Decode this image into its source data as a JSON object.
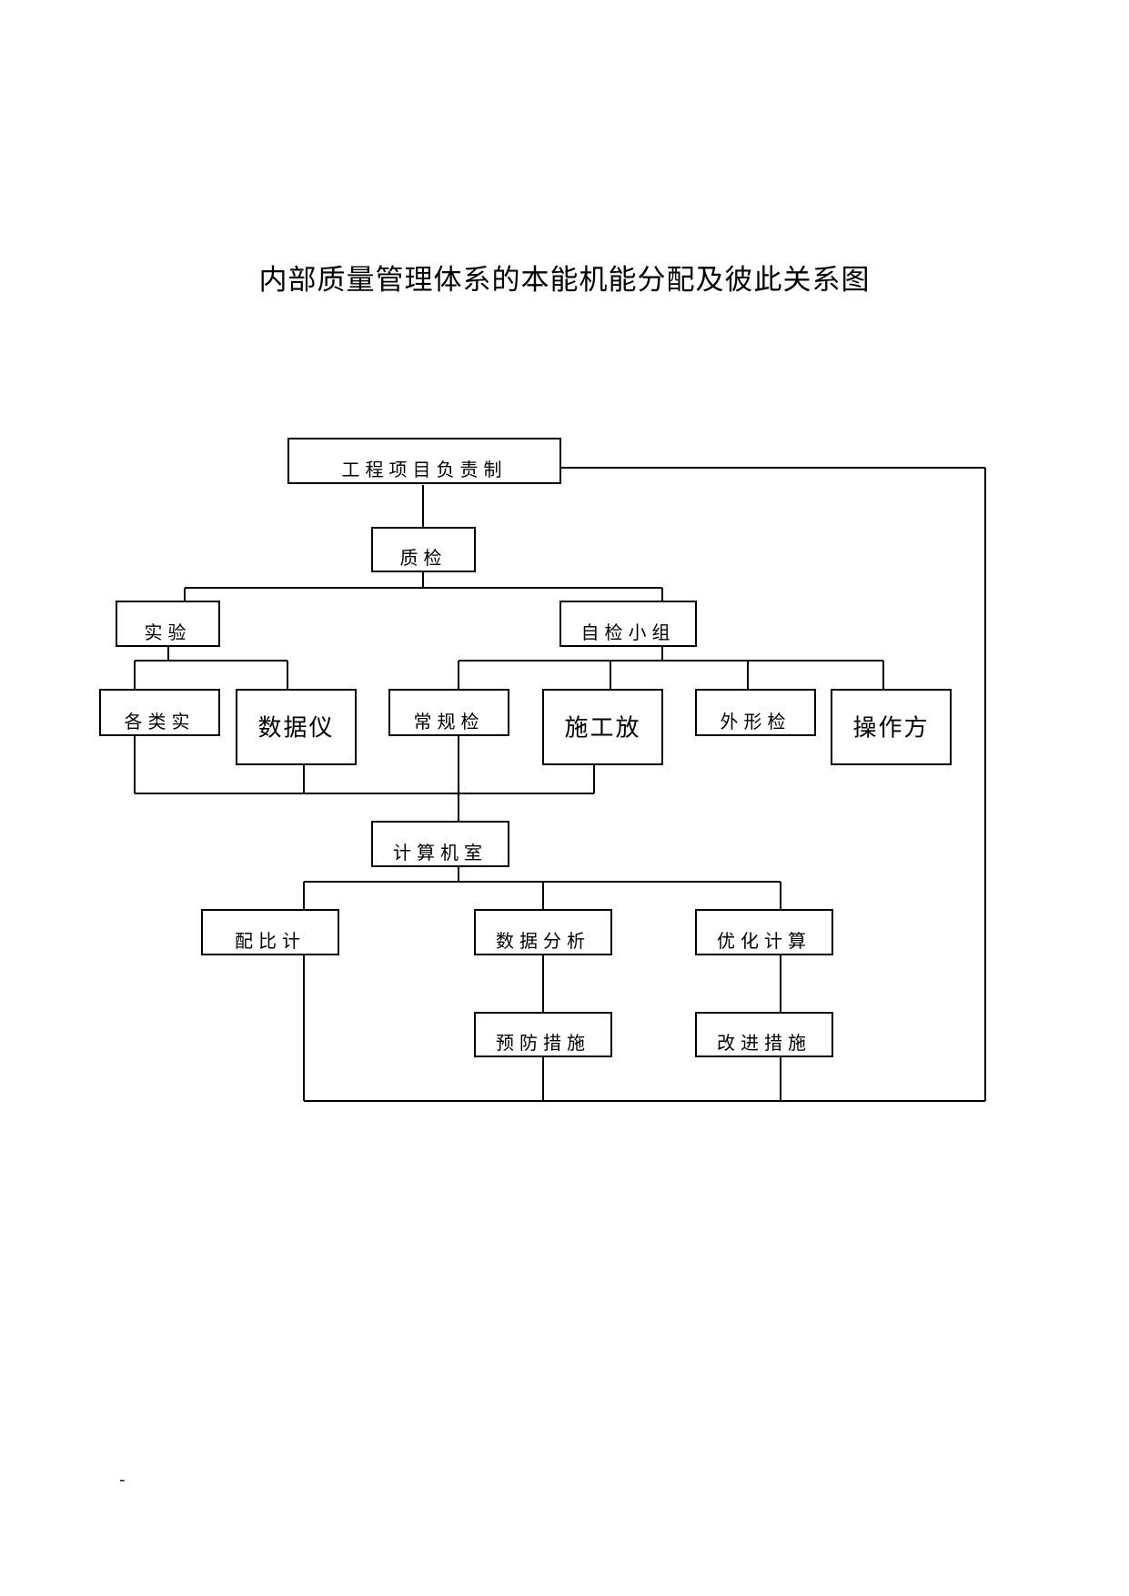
{
  "document": {
    "title": "内部质量管理体系的本能机能分配及彼此关系图",
    "footer_mark": "-"
  },
  "diagram": {
    "nodes": [
      {
        "id": "project-manager",
        "label": "工程项目负责制"
      },
      {
        "id": "quality-inspection",
        "label": "质检"
      },
      {
        "id": "laboratory",
        "label": "实验"
      },
      {
        "id": "self-check-group",
        "label": "自检小组"
      },
      {
        "id": "materials-lab",
        "label": "各类实"
      },
      {
        "id": "data-instrument",
        "label": "数据仪"
      },
      {
        "id": "routine-inspection",
        "label": "常规检"
      },
      {
        "id": "construction-layout",
        "label": "施工放"
      },
      {
        "id": "appearance-inspection",
        "label": "外形检"
      },
      {
        "id": "operation-method",
        "label": "操作方"
      },
      {
        "id": "computer-room",
        "label": "计算机室"
      },
      {
        "id": "mix-design",
        "label": "配比计"
      },
      {
        "id": "data-analysis",
        "label": "数据分析"
      },
      {
        "id": "optimization",
        "label": "优化计算"
      },
      {
        "id": "preventive-measures",
        "label": "预防措施"
      },
      {
        "id": "improvement-measures",
        "label": "改进措施"
      }
    ]
  }
}
